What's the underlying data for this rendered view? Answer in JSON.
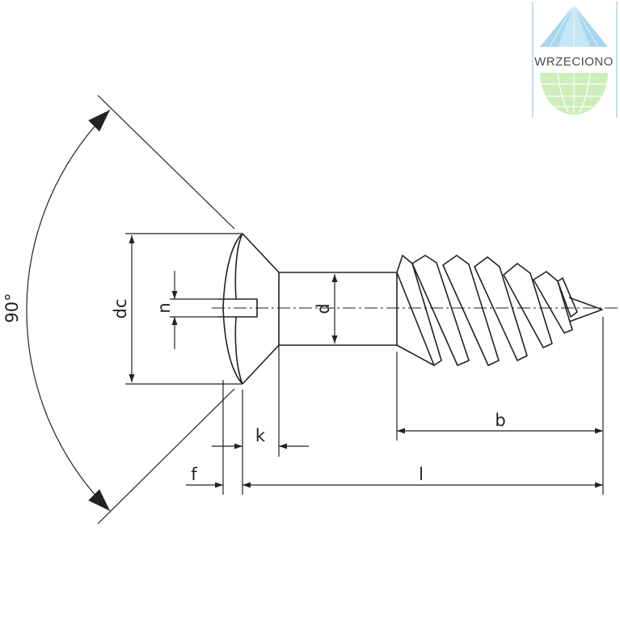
{
  "logo": {
    "text": "WRZECIONO"
  },
  "labels": {
    "angle": "90°",
    "dc": "dc",
    "n": "n",
    "d": "d",
    "k": "k",
    "f": "f",
    "b": "b",
    "l": "l"
  },
  "colors": {
    "line": "#222222",
    "logo_blue": "#9ecfe8",
    "logo_green": "#c9ebb2",
    "logo_border": "#b9d4e6"
  }
}
